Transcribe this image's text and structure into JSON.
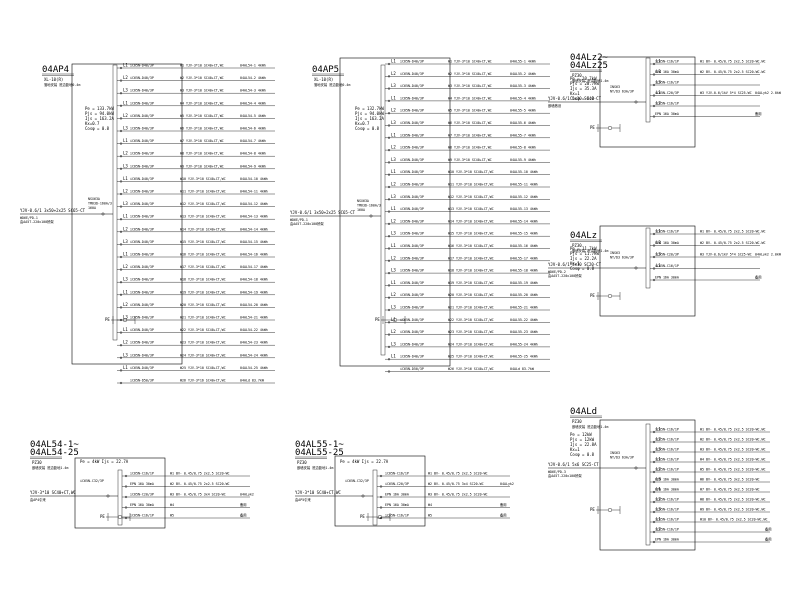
{
  "panels": [
    {
      "id": "04AP4",
      "title": "04AP4",
      "sub": "XL-10(R)",
      "note": "落地安装 底边距地0.4m",
      "params": [
        "Pe = 133.7kW",
        "Pjs = 94.0kW",
        "Ijs = 163.2A",
        "Kx=0.7",
        "Cosφ = 0.8"
      ],
      "incoming": "YJV-0.6/1 3x50+2x25 SC65-CT",
      "feeder": "WD6E/PD-1",
      "feeder_note": "由AA5T-220x100桥架",
      "main_breaker": [
        "NSX63A",
        "TM63D-160A/3",
        "160A"
      ],
      "pe": "PE",
      "circuits": [
        {
          "ph": "L1",
          "brk": "iC65N-D40/3P",
          "out": "W1 YJV-3*10 SC40+CT,WC",
          "dest": "04AL54-1 4kWh"
        },
        {
          "ph": "L2",
          "brk": "iC65N-D40/3P",
          "out": "W2 YJV-3*10 SC40+CT,WC",
          "dest": "04AL54-2 4kWh"
        },
        {
          "ph": "L3",
          "brk": "iC65N-D40/3P",
          "out": "W3 YJV-3*10 SC40+CT,WC",
          "dest": "04AL54-3 4kWh"
        },
        {
          "ph": "L1",
          "brk": "iC65N-D40/3P",
          "out": "W4 YJV-3*10 SC40+CT,WC",
          "dest": "04AL54-4 4kWh"
        },
        {
          "ph": "L2",
          "brk": "iC65N-D40/3P",
          "out": "W5 YJV-3*10 SC40+CT,WC",
          "dest": "04AL54-5 4kWh"
        },
        {
          "ph": "L3",
          "brk": "iC65N-D40/3P",
          "out": "W6 YJV-3*10 SC40+CT,WC",
          "dest": "04AL54-6 4kWh"
        },
        {
          "ph": "L1",
          "brk": "iC65N-D40/3P",
          "out": "W7 YJV-3*10 SC40+CT,WC",
          "dest": "04AL54-7 4kWh"
        },
        {
          "ph": "L2",
          "brk": "iC65N-D40/3P",
          "out": "W8 YJV-3*10 SC40+CT,WC",
          "dest": "04AL54-8 4kWh"
        },
        {
          "ph": "L3",
          "brk": "iC65N-D40/3P",
          "out": "W9 YJV-3*10 SC40+CT,WC",
          "dest": "04AL54-9 4kWh"
        },
        {
          "ph": "L1",
          "brk": "iC65N-D40/3P",
          "out": "W10 YJV-3*10 SC40+CT,WC",
          "dest": "04AL54-10 4kWh"
        },
        {
          "ph": "L2",
          "brk": "iC65N-D40/3P",
          "out": "W11 YJV-3*10 SC40+CT,WC",
          "dest": "04AL54-11 4kWh"
        },
        {
          "ph": "L3",
          "brk": "iC65N-D40/3P",
          "out": "W12 YJV-3*10 SC40+CT,WC",
          "dest": "04AL54-12 4kWh"
        },
        {
          "ph": "L1",
          "brk": "iC65N-D40/3P",
          "out": "W13 YJV-3*10 SC40+CT,WC",
          "dest": "04AL54-13 4kWh"
        },
        {
          "ph": "L2",
          "brk": "iC65N-D40/3P",
          "out": "W14 YJV-3*10 SC40+CT,WC",
          "dest": "04AL54-14 4kWh"
        },
        {
          "ph": "L3",
          "brk": "iC65N-D40/3P",
          "out": "W15 YJV-3*10 SC40+CT,WC",
          "dest": "04AL54-15 4kWh"
        },
        {
          "ph": "L1",
          "brk": "iC65N-D40/3P",
          "out": "W16 YJV-3*10 SC40+CT,WC",
          "dest": "04AL54-16 4kWh"
        },
        {
          "ph": "L2",
          "brk": "iC65N-D40/3P",
          "out": "W17 YJV-3*10 SC40+CT,WC",
          "dest": "04AL54-17 4kWh"
        },
        {
          "ph": "L3",
          "brk": "iC65N-D40/3P",
          "out": "W18 YJV-3*10 SC40+CT,WC",
          "dest": "04AL54-18 4kWh"
        },
        {
          "ph": "L1",
          "brk": "iC65N-D40/3P",
          "out": "W19 YJV-3*10 SC40+CT,WC",
          "dest": "04AL54-19 4kWh"
        },
        {
          "ph": "L2",
          "brk": "iC65N-D40/3P",
          "out": "W20 YJV-3*10 SC40+CT,WC",
          "dest": "04AL54-20 4kWh"
        },
        {
          "ph": "L3",
          "brk": "iC65N-D40/3P",
          "out": "W21 YJV-3*10 SC40+CT,WC",
          "dest": "04AL54-21 4kWh"
        },
        {
          "ph": "L1",
          "brk": "iC65N-D40/3P",
          "out": "W22 YJV-3*10 SC40+CT,WC",
          "dest": "04AL54-22 4kWh"
        },
        {
          "ph": "L2",
          "brk": "iC65N-D40/3P",
          "out": "W23 YJV-3*10 SC40+CT,WC",
          "dest": "04AL54-23 4kWh"
        },
        {
          "ph": "L3",
          "brk": "iC65N-D40/3P",
          "out": "W24 YJV-3*10 SC40+CT,WC",
          "dest": "04AL54-24 4kWh"
        },
        {
          "ph": "L1",
          "brk": "iC65N-D40/3P",
          "out": "W25 YJV-3*10 SC40+CT,WC",
          "dest": "04AL54-25 4kWh"
        },
        {
          "ph": "",
          "brk": "iC65N-D50/3P",
          "out": "W26 YJV-3*16 SC40+CT,WC",
          "dest": "04ALd 83.7kW"
        }
      ]
    },
    {
      "id": "04AP5",
      "title": "04AP5",
      "sub": "XL-10(R)",
      "note": "落地安装 底边距地0.4m",
      "params": [
        "Pe = 132.7kW",
        "Pjs = 94.0kW",
        "Ijs = 163.2A",
        "Kx=0.7",
        "Cosφ = 0.8"
      ],
      "incoming": "YJV-0.6/1 3x50+2x25 SC65-CT",
      "feeder": "WD6E/PD-1",
      "feeder_note": "由AA5T-220x100桥架",
      "main_breaker": [
        "NSX63A",
        "TM63D-160A/3",
        "160A"
      ],
      "pe": "PE",
      "circuits": [
        {
          "ph": "L1",
          "brk": "iC65N-D40/3P",
          "out": "W1 YJV-3*10 SC40+CT,WC",
          "dest": "04AL55-1 4kWh"
        },
        {
          "ph": "L2",
          "brk": "iC65N-D40/3P",
          "out": "W2 YJV-3*10 SC40+CT,WC",
          "dest": "04AL55-2 4kWh"
        },
        {
          "ph": "L3",
          "brk": "iC65N-D40/3P",
          "out": "W3 YJV-3*10 SC40+CT,WC",
          "dest": "04AL55-3 4kWh"
        },
        {
          "ph": "L1",
          "brk": "iC65N-D40/3P",
          "out": "W4 YJV-3*10 SC40+CT,WC",
          "dest": "04AL55-4 4kWh"
        },
        {
          "ph": "L2",
          "brk": "iC65N-D40/3P",
          "out": "W5 YJV-3*10 SC40+CT,WC",
          "dest": "04AL55-5 4kWh"
        },
        {
          "ph": "L3",
          "brk": "iC65N-D40/3P",
          "out": "W6 YJV-3*10 SC40+CT,WC",
          "dest": "04AL55-6 4kWh"
        },
        {
          "ph": "L1",
          "brk": "iC65N-D40/3P",
          "out": "W7 YJV-3*10 SC40+CT,WC",
          "dest": "04AL55-7 4kWh"
        },
        {
          "ph": "L2",
          "brk": "iC65N-D40/3P",
          "out": "W8 YJV-3*10 SC40+CT,WC",
          "dest": "04AL55-8 4kWh"
        },
        {
          "ph": "L3",
          "brk": "iC65N-D40/3P",
          "out": "W9 YJV-3*10 SC40+CT,WC",
          "dest": "04AL55-9 4kWh"
        },
        {
          "ph": "L1",
          "brk": "iC65N-D40/3P",
          "out": "W10 YJV-3*10 SC40+CT,WC",
          "dest": "04AL55-10 4kWh"
        },
        {
          "ph": "L2",
          "brk": "iC65N-D40/3P",
          "out": "W11 YJV-3*10 SC40+CT,WC",
          "dest": "04AL55-11 4kWh"
        },
        {
          "ph": "L3",
          "brk": "iC65N-D40/3P",
          "out": "W12 YJV-3*10 SC40+CT,WC",
          "dest": "04AL55-12 4kWh"
        },
        {
          "ph": "L1",
          "brk": "iC65N-D40/3P",
          "out": "W13 YJV-3*10 SC40+CT,WC",
          "dest": "04AL55-13 4kWh"
        },
        {
          "ph": "L2",
          "brk": "iC65N-D40/3P",
          "out": "W14 YJV-3*10 SC40+CT,WC",
          "dest": "04AL55-14 4kWh"
        },
        {
          "ph": "L3",
          "brk": "iC65N-D40/3P",
          "out": "W15 YJV-3*10 SC40+CT,WC",
          "dest": "04AL55-15 4kWh"
        },
        {
          "ph": "L1",
          "brk": "iC65N-D40/3P",
          "out": "W16 YJV-3*10 SC40+CT,WC",
          "dest": "04AL55-16 4kWh"
        },
        {
          "ph": "L2",
          "brk": "iC65N-D40/3P",
          "out": "W17 YJV-3*10 SC40+CT,WC",
          "dest": "04AL55-17 4kWh"
        },
        {
          "ph": "L3",
          "brk": "iC65N-D40/3P",
          "out": "W18 YJV-3*10 SC40+CT,WC",
          "dest": "04AL55-18 4kWh"
        },
        {
          "ph": "L1",
          "brk": "iC65N-D40/3P",
          "out": "W19 YJV-3*10 SC40+CT,WC",
          "dest": "04AL55-19 4kWh"
        },
        {
          "ph": "L2",
          "brk": "iC65N-D40/3P",
          "out": "W20 YJV-3*10 SC40+CT,WC",
          "dest": "04AL55-20 4kWh"
        },
        {
          "ph": "L3",
          "brk": "iC65N-D40/3P",
          "out": "W21 YJV-3*10 SC40+CT,WC",
          "dest": "04AL55-21 4kWh"
        },
        {
          "ph": "L1",
          "brk": "iC65N-D40/3P",
          "out": "W22 YJV-3*10 SC40+CT,WC",
          "dest": "04AL55-22 4kWh"
        },
        {
          "ph": "L2",
          "brk": "iC65N-D40/3P",
          "out": "W23 YJV-3*10 SC40+CT,WC",
          "dest": "04AL55-23 4kWh"
        },
        {
          "ph": "L3",
          "brk": "iC65N-D40/3P",
          "out": "W24 YJV-3*10 SC40+CT,WC",
          "dest": "04AL55-24 4kWh"
        },
        {
          "ph": "L1",
          "brk": "iC65N-D40/3P",
          "out": "W25 YJV-3*10 SC40+CT,WC",
          "dest": "04AL55-25 4kWh"
        },
        {
          "ph": "",
          "brk": "iC65N-D50/3P",
          "out": "W26 YJV-3*16 SC40+CT,WC",
          "dest": "04ALd 83.7kW"
        }
      ]
    },
    {
      "id": "04AL2",
      "title": "04ALz2~",
      "title2": "04ALz25",
      "sub": "PZ30",
      "note": "嵌墙安装 底边距地1.4m",
      "params": [
        "Pe = 20.7kW",
        "Pjs = 20.7kW",
        "Ijs = 35.3A",
        "Kx=1",
        "Cosφ = 0.8"
      ],
      "incoming": "YJV-0.6/1 5x10 SC40-CT",
      "feeder": "嵌墙敷设",
      "main_breaker": [
        "INS63",
        "NT/D3 63A/3P"
      ],
      "pe": "PE",
      "circuits": [
        {
          "ph": "L1",
          "brk": "iC65N-C16/1P",
          "out": "W1 BV- 0.45/0.75 2x2.5 SC20-WC.WC",
          "dest": ""
        },
        {
          "ph": "L2",
          "brk": "EPN 16A 30mA",
          "out": "W2 BV- 0.45/0.75 2x2.5 SC20-WC.WC",
          "dest": ""
        },
        {
          "ph": "L3",
          "brk": "iC65N-C16/1P",
          "out": "",
          "dest": ""
        },
        {
          "ph": "L1",
          "brk": "iC65N-C20/3P",
          "out": "W3 YJV-0.6/1kV 5*4 SC25-WC",
          "dest": "04ALyk2 2.0kW"
        },
        {
          "ph": "L2",
          "brk": "iC65N-C16/1P",
          "out": "",
          "dest": ""
        },
        {
          "ph": "",
          "brk": "EPN 16A 30mA",
          "out": "",
          "dest": "备用"
        }
      ]
    },
    {
      "id": "04ALz",
      "title": "04ALz",
      "sub": "PZ30",
      "note": "嵌墙安装 底边距地1.4m",
      "params": [
        "Pe = 11.7kW",
        "Pjs = 11.7kW",
        "Ijs = 22.2A",
        "Kx=1",
        "Cosφ = 0.8"
      ],
      "incoming": "YJV-0.6/1 5x10 SC20-CT",
      "feeder": "WD6E/PD-2",
      "feeder_note": "由AA5T-220x100桥架",
      "main_breaker": [
        "INS63",
        "NT/D3 63A/3P"
      ],
      "pe": "PE",
      "circuits": [
        {
          "ph": "L1",
          "brk": "iC65N-C16/1P",
          "out": "W1 BV- 0.45/0.75 2x2.5 SC20-WC.WC",
          "dest": ""
        },
        {
          "ph": "L2",
          "brk": "EPN 16A 30mA",
          "out": "W2 BV- 0.45/0.75 2x2.5 SC20-WC.WC",
          "dest": ""
        },
        {
          "ph": "L3",
          "brk": "iC65N-C20/3P",
          "out": "W3 YJV-0.6/1kV 5*4 SC25-WC",
          "dest": "04ALyk2 2.0kW"
        },
        {
          "ph": "L1",
          "brk": "iC65N-C16/1P",
          "out": "",
          "dest": ""
        },
        {
          "ph": "",
          "brk": "EPN 16A 30mA",
          "out": "",
          "dest": "备用"
        }
      ]
    },
    {
      "id": "04AL54",
      "title": "04AL54-1~",
      "title2": "04AL54-25",
      "sub": "PZ30",
      "note": "嵌墙安装 底边距地1.4m",
      "params": [
        "Pe = 4kW Ijs = 22.7A"
      ],
      "incoming": "YJV-3*10 SC40+CT,WC",
      "feeder": "由AP4引来",
      "main_breaker": [
        "iC65N-C32/3P"
      ],
      "pe": "PE",
      "circuits": [
        {
          "ph": "",
          "brk": "iC65N-C16/1P",
          "out": "W1 BV- 0.45/0.75 2x2.5 SC20-WC",
          "dest": ""
        },
        {
          "ph": "",
          "brk": "EPN 16A 30mA",
          "out": "W2 BV- 0.45/0.75 2x2.5 SC20-WC",
          "dest": ""
        },
        {
          "ph": "",
          "brk": "iC65N-C20/3P",
          "out": "W3 BV- 0.45/0.75 3x4 SC20-WC",
          "dest": "04ALyk2"
        },
        {
          "ph": "",
          "brk": "EPN 16A 30mA",
          "out": "W4",
          "dest": "备用"
        },
        {
          "ph": "",
          "brk": "iC65N-C16/1P",
          "out": "W5",
          "dest": "备用"
        }
      ]
    },
    {
      "id": "04AL55",
      "title": "04AL55-1~",
      "title2": "04AL55-25",
      "sub": "PZ30",
      "note": "嵌墙安装 底边距地1.4m",
      "params": [
        "Pe = 4kW Ijs = 22.7A"
      ],
      "incoming": "YJV-3*10 SC40+CT,WC",
      "feeder": "由AP5引来",
      "main_breaker": [
        "iC65N-C32/3P"
      ],
      "pe": "PE",
      "circuits": [
        {
          "ph": "",
          "brk": "iC65N-C16/1P",
          "out": "W1 BV- 0.45/0.75 2x2.5 SC20-WC",
          "dest": ""
        },
        {
          "ph": "",
          "brk": "iC65N-C20/3P",
          "out": "W2 BV- 0.45/0.75 3x4 SC20-WC",
          "dest": "04ALyk2"
        },
        {
          "ph": "",
          "brk": "EPN 16A 30mA",
          "out": "W3 BV- 0.45/0.75 2x2.5 SC20-WC",
          "dest": ""
        },
        {
          "ph": "",
          "brk": "EPN 16A 30mA",
          "out": "W4",
          "dest": "备用"
        },
        {
          "ph": "",
          "brk": "iC65N-C16/1P",
          "out": "W5",
          "dest": "备用"
        }
      ]
    },
    {
      "id": "04ALd",
      "title": "04ALd",
      "sub": "PZ30",
      "note": "嵌墙安装 底边距地1.4m",
      "params": [
        "Pe = 12kW",
        "Pjs = 12kW",
        "Ijs = 22.8A",
        "Kx=1",
        "Cosφ = 0.8"
      ],
      "incoming": "YJV-0.6/1 5x6 SC25-CT",
      "feeder": "WD6E/PD-3",
      "feeder_note": "由AA5T-220x100桥架",
      "main_breaker": [
        "INS63",
        "NT/D3 63A/3P"
      ],
      "pe": "PE",
      "circuits": [
        {
          "ph": "L1",
          "brk": "iC65N-C16/1P",
          "out": "W1 BV- 0.45/0.75 2x2.5 SC20-WC.WC",
          "dest": ""
        },
        {
          "ph": "L2",
          "brk": "iC65N-C16/1P",
          "out": "W2 BV- 0.45/0.75 2x2.5 SC20-WC.WC",
          "dest": ""
        },
        {
          "ph": "L3",
          "brk": "iC65N-C16/1P",
          "out": "W3 BV- 0.45/0.75 2x2.5 SC20-WC.WC",
          "dest": ""
        },
        {
          "ph": "L1",
          "brk": "iC65N-C16/1P",
          "out": "W4 BV- 0.45/0.75 2x2.5 SC20-WC.WC",
          "dest": ""
        },
        {
          "ph": "L2",
          "brk": "iC65N-C16/1P",
          "out": "W5 BV- 0.45/0.75 2x2.5 SC20-WC.WC",
          "dest": ""
        },
        {
          "ph": "L3",
          "brk": "EPN 16A 30mA",
          "out": "W6 BV- 0.45/0.75 3x2.5 SC20-WC",
          "dest": ""
        },
        {
          "ph": "L1",
          "brk": "EPN 16A 30mA",
          "out": "W7 BV- 0.45/0.75 3x2.5 SC20-WC",
          "dest": ""
        },
        {
          "ph": "L2",
          "brk": "iC65N-C16/1P",
          "out": "W8 BV- 0.45/0.75 2x2.5 SC20-WC.WC",
          "dest": ""
        },
        {
          "ph": "L3",
          "brk": "iC65N-C16/1P",
          "out": "W9 BV- 0.45/0.75 2x2.5 SC20-WC.WC",
          "dest": ""
        },
        {
          "ph": "L1",
          "brk": "iC65N-C16/1P",
          "out": "W10 BV- 0.45/0.75 2x2.5 SC20-WC.WC",
          "dest": ""
        },
        {
          "ph": "L2",
          "brk": "iC65N-C16/1P",
          "out": "",
          "dest": "备用"
        },
        {
          "ph": "",
          "brk": "EPN 16A 30mA",
          "out": "",
          "dest": "备用"
        }
      ]
    }
  ]
}
